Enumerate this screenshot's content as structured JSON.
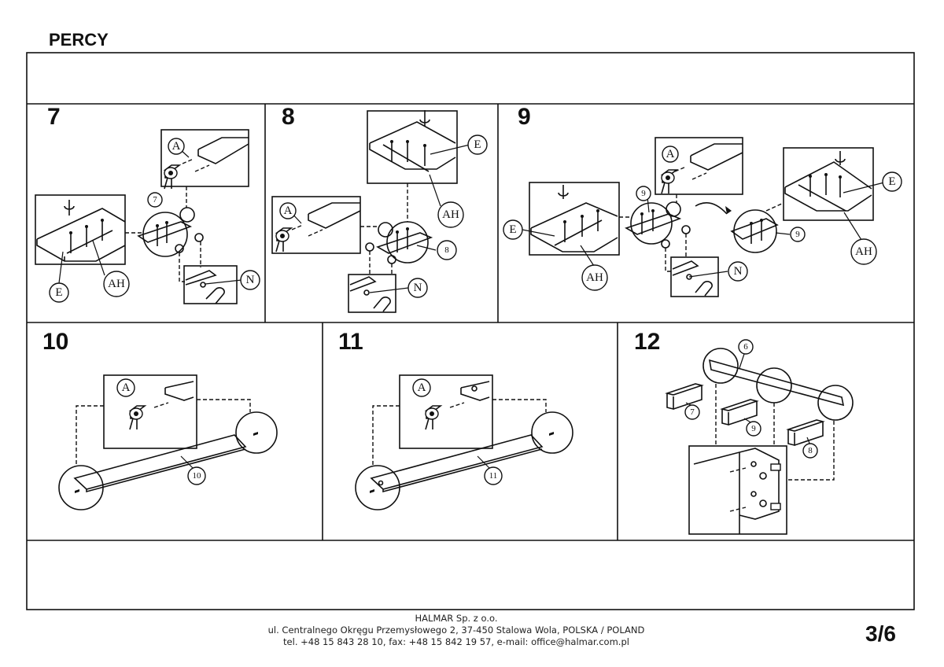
{
  "header": {
    "title": "PERCY"
  },
  "steps": {
    "s7": {
      "number": "7",
      "callouts": [
        "A",
        "7",
        "N",
        "E",
        "AH"
      ]
    },
    "s8": {
      "number": "8",
      "callouts": [
        "E",
        "AH",
        "A",
        "8",
        "N"
      ]
    },
    "s9": {
      "number": "9",
      "callouts": [
        "A",
        "9",
        "E",
        "AH",
        "N",
        "E",
        "AH",
        "9"
      ]
    },
    "s10": {
      "number": "10",
      "callouts": [
        "A",
        "10"
      ]
    },
    "s11": {
      "number": "11",
      "callouts": [
        "A",
        "11"
      ]
    },
    "s12": {
      "number": "12",
      "callouts": [
        "6",
        "7",
        "9",
        "8"
      ]
    }
  },
  "footer": {
    "company": "HALMAR Sp. z o.o.",
    "address": "ul. Centralnego Okręgu Przemysłowego 2, 37-450 Stalowa Wola, POLSKA / POLAND",
    "contact": "tel. +48 15 843 28 10, fax: +48 15 842 19 57, e-mail: office@halmar.com.pl"
  },
  "page": {
    "number": "3/6"
  }
}
